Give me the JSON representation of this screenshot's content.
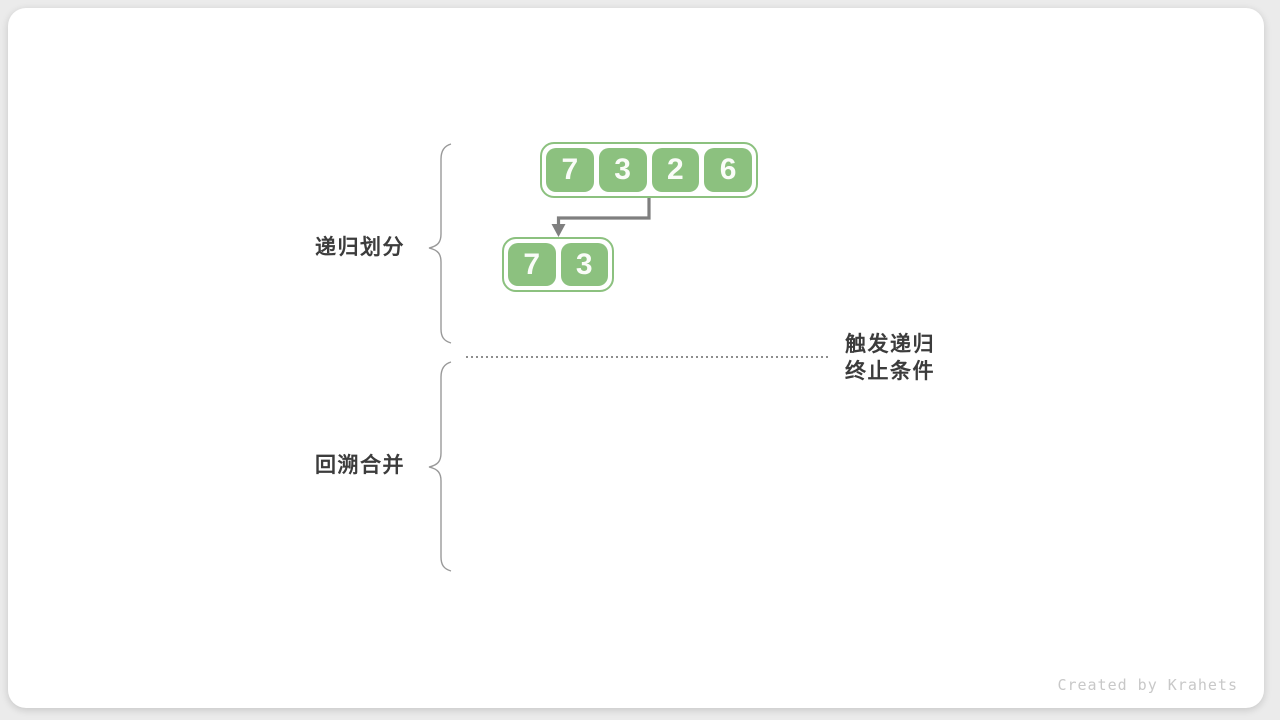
{
  "canvas": {
    "watermark": "Created by Krahets"
  },
  "labels": {
    "recursive_divide": "递归划分",
    "backtrack_merge": "回溯合并",
    "termination_line1": "触发递归",
    "termination_line2": "终止条件"
  },
  "arrays": [
    {
      "name": "level-1",
      "values": [
        "7",
        "3",
        "2",
        "6"
      ]
    },
    {
      "name": "level-2",
      "values": [
        "7",
        "3"
      ]
    }
  ],
  "icons": {
    "divide_arrow": "elbow-arrow-down",
    "left_braces": "curly-brace",
    "termination_divider": "dotted-line"
  },
  "colors": {
    "cell_green": "#8CC17F",
    "cell_text": "#FAFCF8",
    "label_text": "#3C3C3C",
    "arrow_gray": "#7F7F7F",
    "brace_gray": "#999999",
    "dotted_gray": "#8E8E8E",
    "watermark_gray": "#C8C8C8",
    "card_bg": "#FFFFFF",
    "page_bg": "#EBEBEB"
  }
}
